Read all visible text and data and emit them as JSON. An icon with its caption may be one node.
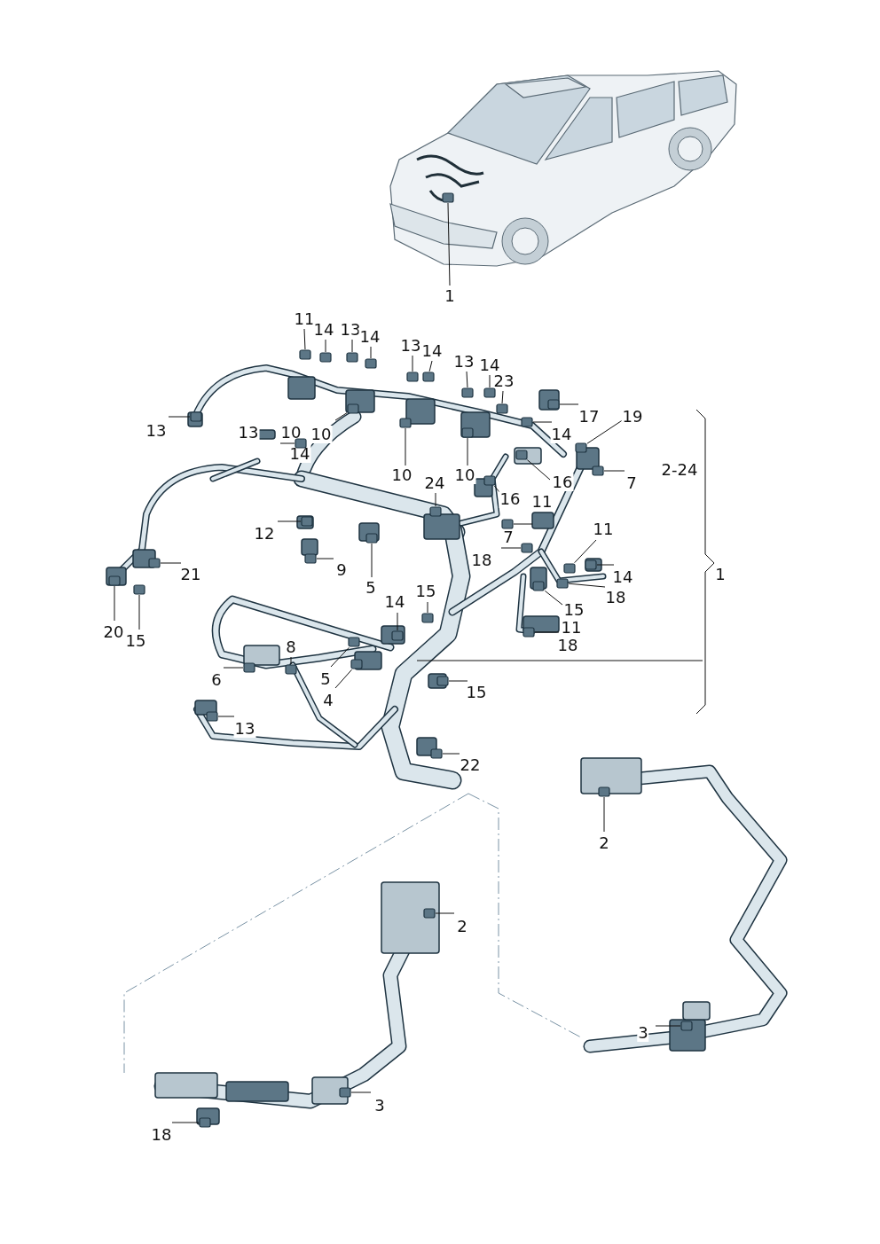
{
  "diagram": {
    "nodes": [
      {
        "text": [
          "1"
        ]
      },
      {
        "text": [
          "11"
        ]
      },
      {
        "text": [
          "14"
        ]
      },
      {
        "text": [
          "13"
        ]
      },
      {
        "text": [
          "14"
        ]
      },
      {
        "text": [
          "13"
        ]
      },
      {
        "text": [
          "14"
        ]
      },
      {
        "text": [
          "13"
        ]
      },
      {
        "text": [
          "14"
        ]
      },
      {
        "text": [
          "23"
        ]
      },
      {
        "text": [
          "17"
        ]
      },
      {
        "text": [
          "13"
        ]
      },
      {
        "text": [
          "13"
        ]
      },
      {
        "text": [
          "10"
        ]
      },
      {
        "text": [
          "10"
        ]
      },
      {
        "text": [
          "14"
        ]
      },
      {
        "text": [
          "14"
        ]
      },
      {
        "text": [
          "19"
        ]
      },
      {
        "text": [
          "10"
        ]
      },
      {
        "text": [
          "10"
        ]
      },
      {
        "text": [
          "24"
        ]
      },
      {
        "text": [
          "16"
        ]
      },
      {
        "text": [
          "7"
        ]
      },
      {
        "text": [
          "16"
        ]
      },
      {
        "text": [
          "11"
        ]
      },
      {
        "text": [
          "11"
        ]
      },
      {
        "text": [
          "7"
        ]
      },
      {
        "text": [
          "18"
        ]
      },
      {
        "text": [
          "12"
        ]
      },
      {
        "text": [
          "9"
        ]
      },
      {
        "text": [
          "5"
        ]
      },
      {
        "text": [
          "21"
        ]
      },
      {
        "text": [
          "14"
        ]
      },
      {
        "text": [
          "18"
        ]
      },
      {
        "text": [
          "15"
        ]
      },
      {
        "text": [
          "11"
        ]
      },
      {
        "text": [
          "18"
        ]
      },
      {
        "text": [
          "20"
        ]
      },
      {
        "text": [
          "15"
        ]
      },
      {
        "text": [
          "14"
        ]
      },
      {
        "text": [
          "15"
        ]
      },
      {
        "text": [
          "8"
        ]
      },
      {
        "text": [
          "6"
        ]
      },
      {
        "text": [
          "5"
        ]
      },
      {
        "text": [
          "4"
        ]
      },
      {
        "text": [
          "15"
        ]
      },
      {
        "text": [
          "13"
        ]
      },
      {
        "text": [
          "22"
        ]
      },
      {
        "text": [
          "2"
        ]
      },
      {
        "text": [
          "2"
        ]
      },
      {
        "text": [
          "3"
        ]
      },
      {
        "text": [
          "3"
        ]
      },
      {
        "text": [
          "18"
        ]
      },
      {
        "text": [],
        "shape": "box"
      },
      {
        "text": [],
        "shape": "box"
      },
      {
        "text": [],
        "shape": "box"
      },
      {
        "text": [],
        "shape": "box"
      },
      {
        "text": [],
        "shape": "box"
      },
      {
        "text": [],
        "shape": "box"
      },
      {
        "text": [],
        "shape": "box"
      },
      {
        "text": [],
        "shape": "box"
      },
      {
        "text": [],
        "shape": "box"
      },
      {
        "text": [],
        "shape": "box"
      },
      {
        "text": [],
        "shape": "box"
      },
      {
        "text": [],
        "shape": "box"
      },
      {
        "text": [],
        "shape": "box"
      },
      {
        "text": [],
        "shape": "box"
      },
      {
        "text": [],
        "shape": "box"
      },
      {
        "text": [],
        "shape": "box"
      },
      {
        "text": [],
        "shape": "box"
      },
      {
        "text": [],
        "shape": "box"
      },
      {
        "text": [],
        "shape": "box"
      },
      {
        "text": [],
        "shape": "box"
      },
      {
        "text": [],
        "shape": "box"
      },
      {
        "text": [],
        "shape": "box"
      },
      {
        "text": [],
        "shape": "box"
      },
      {
        "text": [],
        "shape": "box"
      },
      {
        "text": [],
        "shape": "box"
      },
      {
        "text": [],
        "shape": "box"
      },
      {
        "text": [],
        "shape": "box"
      },
      {
        "text": [],
        "shape": "box"
      },
      {
        "text": [],
        "shape": "box"
      },
      {
        "text": [],
        "shape": "box"
      },
      {
        "text": [],
        "shape": "box"
      },
      {
        "text": [],
        "shape": "box"
      },
      {
        "text": [],
        "shape": "box"
      },
      {
        "text": [],
        "shape": "box"
      },
      {
        "text": [],
        "shape": "box"
      },
      {
        "text": [],
        "shape": "box"
      },
      {
        "text": [],
        "shape": "box"
      },
      {
        "text": [],
        "shape": "box"
      },
      {
        "text": [],
        "shape": "box"
      },
      {
        "text": [],
        "shape": "box"
      },
      {
        "text": [],
        "shape": "box"
      },
      {
        "text": [],
        "shape": "box"
      },
      {
        "text": [],
        "shape": "box"
      },
      {
        "text": [],
        "shape": "box"
      },
      {
        "text": [],
        "shape": "box"
      },
      {
        "text": [],
        "shape": "box"
      },
      {
        "text": [],
        "shape": "box"
      },
      {
        "text": [],
        "shape": "box"
      },
      {
        "text": [],
        "shape": "box"
      }
    ],
    "edges": [
      {
        "from": 0,
        "to": 53,
        "arrow": "none"
      },
      {
        "from": 1,
        "to": 54,
        "arrow": "none"
      },
      {
        "from": 2,
        "to": 55,
        "arrow": "none"
      },
      {
        "from": 3,
        "to": 56,
        "arrow": "none"
      },
      {
        "from": 4,
        "to": 57,
        "arrow": "none"
      },
      {
        "from": 5,
        "to": 58,
        "arrow": "none"
      },
      {
        "from": 6,
        "to": 59,
        "arrow": "none"
      },
      {
        "from": 7,
        "to": 60,
        "arrow": "none"
      },
      {
        "from": 8,
        "to": 61,
        "arrow": "none"
      },
      {
        "from": 9,
        "to": 62,
        "arrow": "none"
      },
      {
        "from": 10,
        "to": 63,
        "arrow": "none"
      },
      {
        "from": 11,
        "to": 64,
        "arrow": "none"
      },
      {
        "from": 13,
        "to": 65,
        "arrow": "none"
      },
      {
        "from": 14,
        "to": 66,
        "arrow": "none"
      },
      {
        "from": 16,
        "to": 67,
        "arrow": "none"
      },
      {
        "from": 17,
        "to": 68,
        "arrow": "none"
      },
      {
        "from": 18,
        "to": 69,
        "arrow": "none"
      },
      {
        "from": 19,
        "to": 70,
        "arrow": "none"
      },
      {
        "from": 20,
        "to": 71,
        "arrow": "none"
      },
      {
        "from": 21,
        "to": 72,
        "arrow": "none"
      },
      {
        "from": 22,
        "to": 73,
        "arrow": "none"
      },
      {
        "from": 23,
        "to": 74,
        "arrow": "none"
      },
      {
        "from": 24,
        "to": 75,
        "arrow": "none"
      },
      {
        "from": 25,
        "to": 76,
        "arrow": "none"
      },
      {
        "from": 26,
        "to": 77,
        "arrow": "none"
      },
      {
        "from": 28,
        "to": 78,
        "arrow": "none"
      },
      {
        "from": 29,
        "to": 79,
        "arrow": "none"
      },
      {
        "from": 30,
        "to": 80,
        "arrow": "none"
      },
      {
        "from": 31,
        "to": 81,
        "arrow": "none"
      },
      {
        "from": 32,
        "to": 82,
        "arrow": "none"
      },
      {
        "from": 33,
        "to": 83,
        "arrow": "none"
      },
      {
        "from": 34,
        "to": 84,
        "arrow": "none"
      },
      {
        "from": 35,
        "to": 85,
        "arrow": "none"
      },
      {
        "from": 37,
        "to": 86,
        "arrow": "none"
      },
      {
        "from": 38,
        "to": 87,
        "arrow": "none"
      },
      {
        "from": 39,
        "to": 88,
        "arrow": "none"
      },
      {
        "from": 40,
        "to": 89,
        "arrow": "none"
      },
      {
        "from": 41,
        "to": 90,
        "arrow": "none"
      },
      {
        "from": 42,
        "to": 91,
        "arrow": "none"
      },
      {
        "from": 43,
        "to": 92,
        "arrow": "none"
      },
      {
        "from": 44,
        "to": 93,
        "arrow": "none"
      },
      {
        "from": 45,
        "to": 94,
        "arrow": "none"
      },
      {
        "from": 46,
        "to": 95,
        "arrow": "none"
      },
      {
        "from": 47,
        "to": 96,
        "arrow": "none"
      },
      {
        "from": 48,
        "to": 97,
        "arrow": "none"
      },
      {
        "from": 49,
        "to": 98,
        "arrow": "none"
      },
      {
        "from": 50,
        "to": 99,
        "arrow": "none"
      },
      {
        "from": 51,
        "to": 100,
        "arrow": "none"
      },
      {
        "from": 52,
        "to": 101,
        "arrow": "none"
      }
    ],
    "labels": [
      "2-24",
      "1"
    ]
  }
}
